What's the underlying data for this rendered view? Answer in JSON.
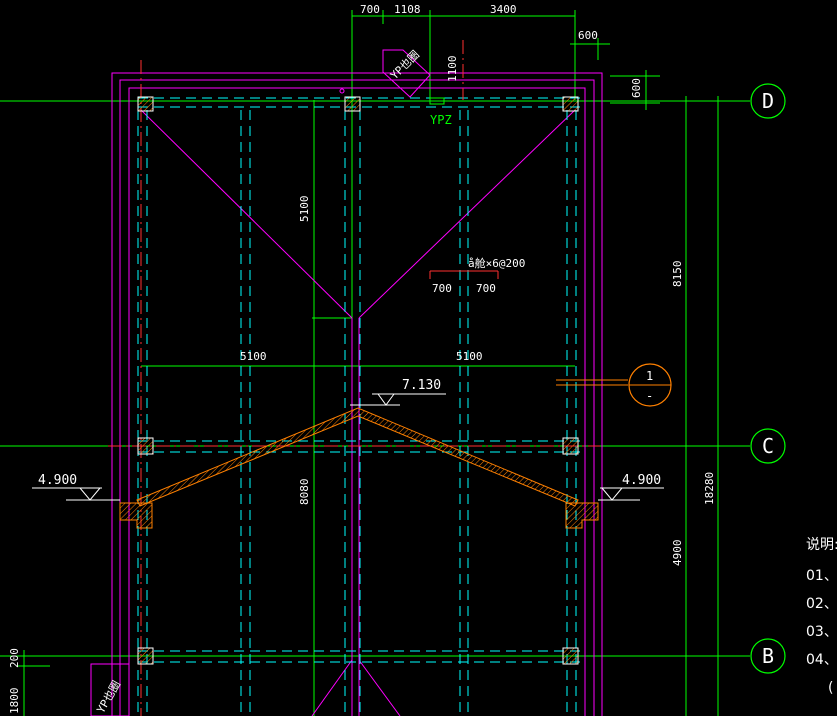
{
  "colors": {
    "background": "#000000",
    "grid_line": "#00ff00",
    "wall": "#ff00ff",
    "beam_dash": "#00ffff",
    "column": "#ffffff",
    "roof_slab": "#ff8000",
    "red_axis": "#ff3030",
    "text": "#ffffff"
  },
  "top_dimensions": {
    "d1": "700",
    "d2": "1108",
    "d3": "3400",
    "d4": "600",
    "d5": "1100",
    "d6": "600"
  },
  "labels": {
    "ypz_tag": "YPZ",
    "ypz_skew_top": "YP也圈",
    "ypz_skew_bottom": "YP也圈",
    "rebar": "å舱×6@200",
    "rebar_l": "700",
    "rebar_r": "700",
    "span_v_top": "5100",
    "span_h_left": "5100",
    "span_h_right": "5100",
    "span_v_mid": "8080",
    "ridge_level": "7.130",
    "eave_level_left": "4.900",
    "eave_level_right": "4.900"
  },
  "right_dimensions": {
    "upper": "8150",
    "total": "18280",
    "lower": "4900"
  },
  "left_dimensions": {
    "d200": "200",
    "d1800": "1800"
  },
  "section_mark": {
    "number": "1",
    "sheet": "-"
  },
  "grid_axes": [
    "D",
    "C",
    "B"
  ],
  "notes": {
    "title": "说明:",
    "items": [
      "01、",
      "02、",
      "03、",
      "04、",
      "("
    ]
  }
}
